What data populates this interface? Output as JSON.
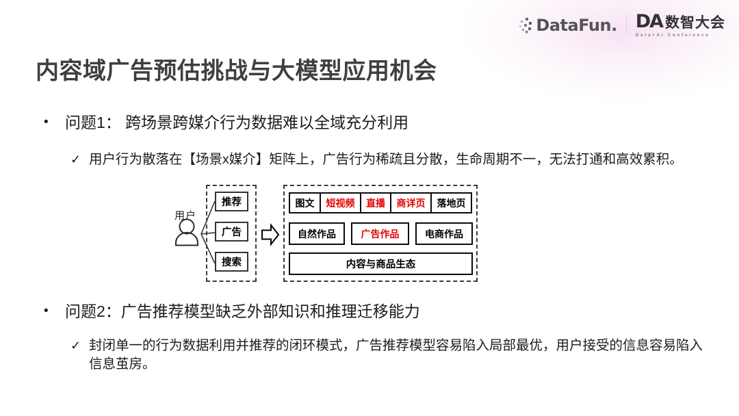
{
  "colors": {
    "accent_red": "#e60000",
    "title_gray": "#3f3f3f",
    "text_dark": "#1c1c1c",
    "logo_gray": "#54555a"
  },
  "header": {
    "datafun_logo": "DataFun.",
    "da_initials": "DA",
    "da_name": "数智大会",
    "da_subtitle": "Data+AI Conference"
  },
  "title": "内容域广告预估挑战与大模型应用机会",
  "bullets": {
    "b1_marker": "•",
    "b1_text": "问题1：  跨场景跨媒介行为数据难以全域充分利用",
    "s1_marker": "✓",
    "s1_text": "用户行为散落在【场景x媒介】矩阵上，广告行为稀疏且分散，生命周期不一，无法打通和高效累积。",
    "b2_marker": "•",
    "b2_text": "问题2：广告推荐模型缺乏外部知识和推理迁移能力",
    "s2_marker": "✓",
    "s2_text": "封闭单一的行为数据利用并推荐的闭环模式，广告推荐模型容易陷入局部最优，用户接受的信息容易陷入信息茧房。"
  },
  "diagram": {
    "user_label": "用户",
    "scenes": [
      {
        "text": "推荐",
        "red": false
      },
      {
        "text": "广告",
        "red": false
      },
      {
        "text": "搜索",
        "red": false
      }
    ],
    "media_row": [
      {
        "text": "图文",
        "red": false
      },
      {
        "text": "短视频",
        "red": true
      },
      {
        "text": "直播",
        "red": true
      },
      {
        "text": "商详页",
        "red": true
      },
      {
        "text": "落地页",
        "red": false
      }
    ],
    "works_row": [
      {
        "text": "自然作品",
        "red": false
      },
      {
        "text": "广告作品",
        "red": true
      },
      {
        "text": "电商作品",
        "red": false
      }
    ],
    "ecosystem_label": "内容与商品生态"
  }
}
